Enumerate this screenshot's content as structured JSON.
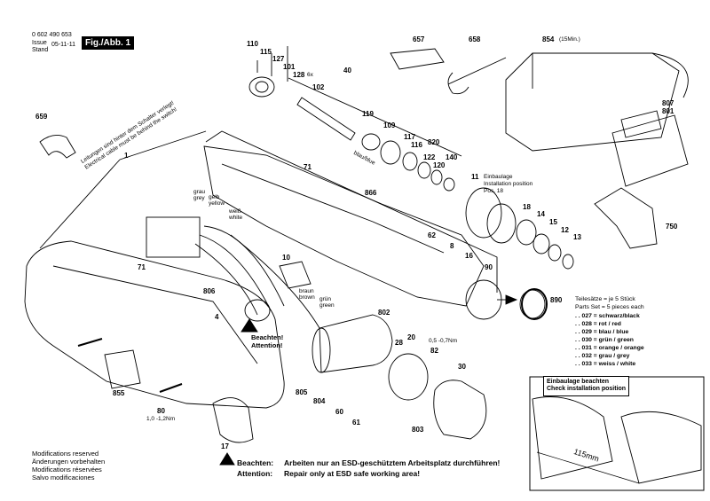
{
  "header": {
    "doc_number": "0 602 490 653",
    "issue_label": "Issue\nStand",
    "issue_date": "05-11-11",
    "fig_label": "Fig./Abb. 1"
  },
  "callouts": {
    "cable_note": "Leitungen sind hinter dem Schalter verlegt!\nElectrical cable must be behind the switch!",
    "grey": "grau\ngrey",
    "yellow": "gelb\nyellow",
    "white": "weiß\nwhite",
    "brown": "braun\nbrown",
    "green": "grün\ngreen",
    "einbaulage": "Einbaulage\nInstallation position\nPos. 18",
    "check_box": "Einbaulage beachten\nCheck installation position",
    "torque": "1,0 -1,2Nm",
    "gap": "0,5 -0,7Nm",
    "charge_time": "(15Min.)",
    "caution_small": "Beachten!\nAttention!",
    "blau_blue": "blau/blue",
    "dim_115": "115mm"
  },
  "parts_set": {
    "heading_de": "Teilesätze = je 5 Stück",
    "heading_en": "Parts Set = 5 pieces each",
    "rows": [
      ". . 027 = schwarz/black",
      ". . 028 = rot / red",
      ". . 029 = blau / blue",
      ". . 030 = grün / green",
      ". . 031 = orange / orange",
      ". . 032 = grau / grey",
      ". . 033 = weiss / white"
    ]
  },
  "warning": {
    "de_label": "Beachten:",
    "de_text": "Arbeiten nur an ESD-geschütztem Arbeitsplatz durchführen!",
    "en_label": "Attention:",
    "en_text": "Repair only at ESD safe working area!"
  },
  "footer": [
    "Modifications reserved",
    "Änderungen vorbehalten",
    "Modifications réservées",
    "Salvo modificaciones"
  ],
  "part_numbers": {
    "p110": "110",
    "p115": "115",
    "p127": "127",
    "p101": "101",
    "p128": "128",
    "p128x": "6x",
    "p102": "102",
    "p40": "40",
    "p657": "657",
    "p658": "658",
    "p854": "854",
    "p807": "807",
    "p801": "801",
    "p659": "659",
    "p1": "1",
    "p119": "119",
    "p109": "109",
    "p117": "117",
    "p116": "116",
    "p122": "122",
    "p820": "820",
    "p120": "120",
    "p140": "140",
    "p71a": "71",
    "p71b": "71",
    "p866": "866",
    "p11": "11",
    "p18": "18",
    "p14": "14",
    "p15": "15",
    "p12": "12",
    "p13": "13",
    "p750": "750",
    "p62": "62",
    "p8": "8",
    "p16": "16",
    "p90": "90",
    "p10": "10",
    "p806": "806",
    "p4": "4",
    "p802": "802",
    "p20": "20",
    "p28": "28",
    "p82": "82",
    "p30": "30",
    "p890": "890",
    "p855": "855",
    "p80": "80",
    "p17": "17",
    "p805": "805",
    "p804": "804",
    "p60": "60",
    "p61": "61",
    "p803": "803"
  }
}
